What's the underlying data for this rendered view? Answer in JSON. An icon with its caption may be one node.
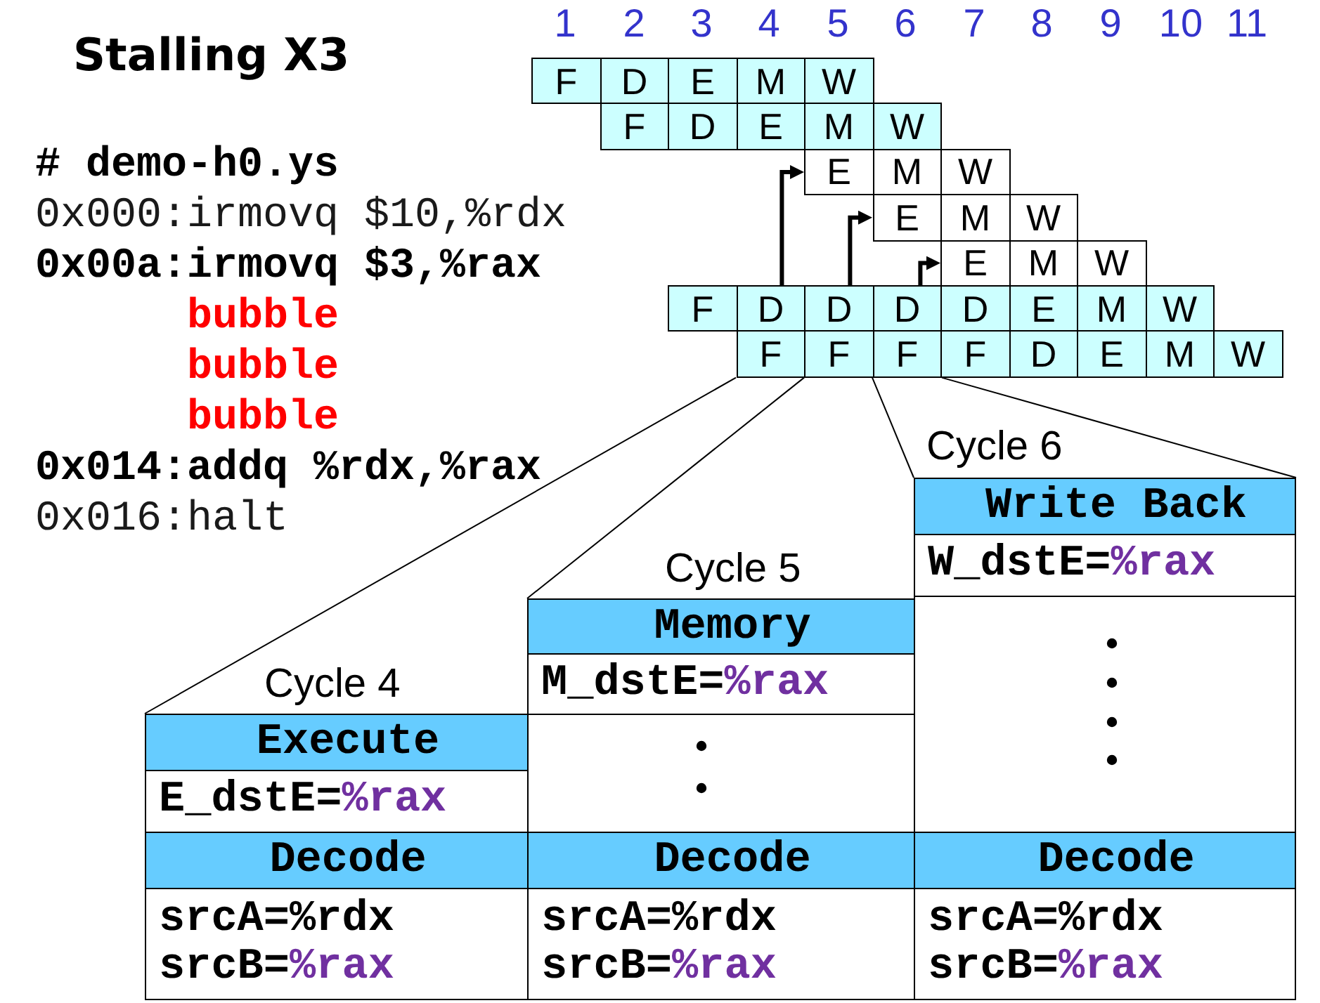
{
  "diagram": {
    "title": "Stalling X3",
    "nodes": [
      {
        "text": [
          "F"
        ]
      },
      {
        "text": [
          "D"
        ]
      },
      {
        "text": [
          "E"
        ]
      },
      {
        "text": [
          "M"
        ]
      },
      {
        "text": [
          "W"
        ]
      },
      {
        "text": [
          "F"
        ]
      },
      {
        "text": [
          "D"
        ]
      },
      {
        "text": [
          "E"
        ]
      },
      {
        "text": [
          "M"
        ]
      },
      {
        "text": [
          "W"
        ]
      },
      {
        "text": [
          "E"
        ]
      },
      {
        "text": [
          "M"
        ]
      },
      {
        "text": [
          "W"
        ]
      },
      {
        "text": [
          "E"
        ]
      },
      {
        "text": [
          "M"
        ]
      },
      {
        "text": [
          "W"
        ]
      },
      {
        "text": [
          "E"
        ]
      },
      {
        "text": [
          "M"
        ]
      },
      {
        "text": [
          "W"
        ]
      },
      {
        "text": [
          "F"
        ]
      },
      {
        "text": [
          "D"
        ]
      },
      {
        "text": [
          "D"
        ]
      },
      {
        "text": [
          "D"
        ]
      },
      {
        "text": [
          "D"
        ]
      },
      {
        "text": [
          "E"
        ]
      },
      {
        "text": [
          "M"
        ]
      },
      {
        "text": [
          "W"
        ]
      },
      {
        "text": [
          "F"
        ]
      },
      {
        "text": [
          "F"
        ]
      },
      {
        "text": [
          "F"
        ]
      },
      {
        "text": [
          "F"
        ]
      },
      {
        "text": [
          "D"
        ]
      },
      {
        "text": [
          "E"
        ]
      },
      {
        "text": [
          "M"
        ]
      },
      {
        "text": [
          "W"
        ]
      },
      {
        "text": [
          "Cycle 4"
        ]
      },
      {
        "text": [
          "Execute"
        ],
        "in": 35
      },
      {
        "text": [
          "E_dstE=%rax"
        ],
        "in": 35
      },
      {
        "text": [
          "Decode"
        ],
        "in": 35
      },
      {
        "text": [
          "srcA=%rdx",
          "srcB=%rax"
        ],
        "in": 35
      },
      {
        "text": [
          "Cycle 5"
        ]
      },
      {
        "text": [
          "Memory"
        ],
        "in": 40
      },
      {
        "text": [
          "M_dstE=%rax"
        ],
        "in": 40
      },
      {
        "text": [],
        "shape": "box",
        "in": 40
      },
      {
        "text": [
          "Decode"
        ],
        "in": 40
      },
      {
        "text": [
          "srcA=%rdx",
          "srcB=%rax"
        ],
        "in": 40
      },
      {
        "text": [
          "Cycle 6"
        ]
      },
      {
        "text": [
          "Write Back"
        ],
        "in": 46
      },
      {
        "text": [
          "W_dstE=%rax"
        ],
        "in": 46
      },
      {
        "text": [],
        "shape": "box",
        "in": 46
      },
      {
        "text": [
          "Decode"
        ],
        "in": 46
      },
      {
        "text": [
          "srcA=%rdx",
          "srcB=%rax"
        ],
        "in": 46
      }
    ],
    "edges": [
      {
        "from": 20,
        "to": 10,
        "arrow": "to",
        "style": "thick"
      },
      {
        "from": 21,
        "to": 13,
        "arrow": "to",
        "style": "thick"
      },
      {
        "from": 22,
        "to": 16,
        "arrow": "to",
        "style": "thick"
      },
      {
        "from": 27,
        "to": 35,
        "arrow": "none"
      },
      {
        "from": 28,
        "to": 40,
        "arrow": "none"
      },
      {
        "from": 29,
        "to": 46,
        "arrow": "none"
      },
      {
        "from": 29,
        "to": 46,
        "arrow": "none"
      }
    ],
    "labels": [
      "1",
      "2",
      "3",
      "4",
      "5",
      "6",
      "7",
      "8",
      "9",
      "10",
      "11",
      "# demo-h0.ys",
      "0x000:irmovq $10,%rdx",
      "0x00a:irmovq $3,%rax",
      "bubble",
      "bubble",
      "bubble",
      "0x014:addq %rdx,%rax",
      "0x016:halt"
    ]
  }
}
